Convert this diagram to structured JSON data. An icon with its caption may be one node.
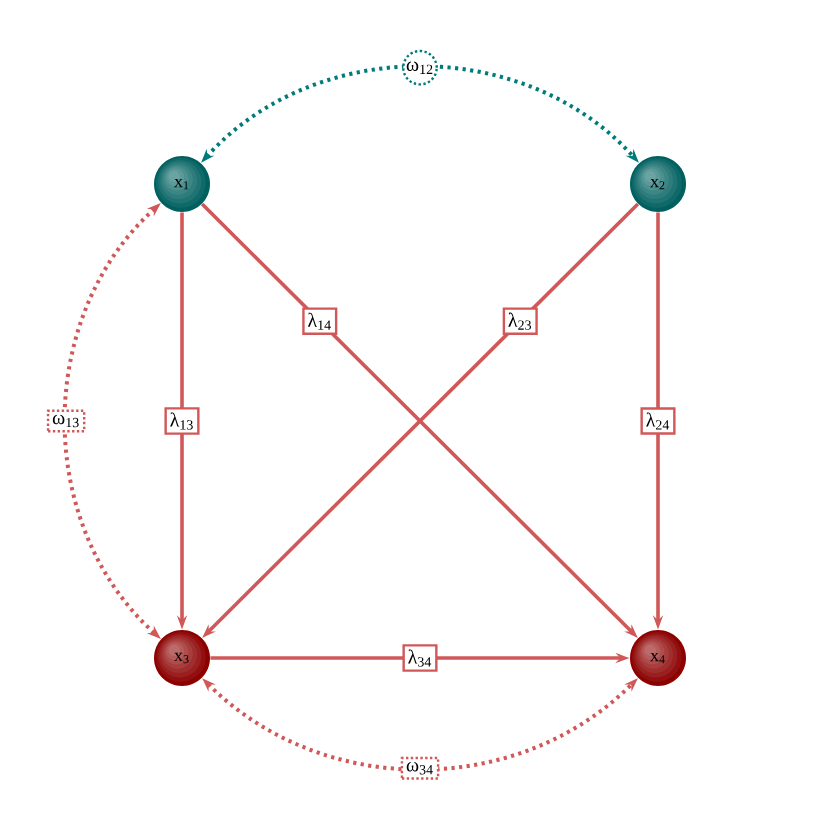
{
  "diagram": {
    "nodes": [
      {
        "text": [
          "x$_{1}$"
        ]
      },
      {
        "text": [
          "x$_{2}$"
        ]
      },
      {
        "text": [
          "x$_{3}$"
        ]
      },
      {
        "text": [
          "x$_{4}$"
        ]
      }
    ],
    "edges": [
      {
        "from": 0,
        "to": 1,
        "arrow": "both",
        "label": "ω$_{12}$",
        "style": "dashed",
        "color": "#007b7b"
      },
      {
        "from": 0,
        "to": 2,
        "arrow": "both",
        "label": "ω$_{13}$",
        "style": "dashed"
      },
      {
        "from": 0,
        "to": 2,
        "arrow": "to",
        "label": "λ$_{13}$"
      },
      {
        "from": 0,
        "to": 3,
        "arrow": "to",
        "label": "λ$_{14}$"
      },
      {
        "from": 1,
        "to": 2,
        "arrow": "to",
        "label": "λ$_{23}$"
      },
      {
        "from": 1,
        "to": 3,
        "arrow": "to",
        "label": "λ$_{24}$"
      },
      {
        "from": 2,
        "to": 3,
        "arrow": "to",
        "label": "λ$_{34}$"
      },
      {
        "from": 2,
        "to": 3,
        "arrow": "both",
        "label": "ω$_{34}$",
        "style": "dashed"
      }
    ]
  }
}
